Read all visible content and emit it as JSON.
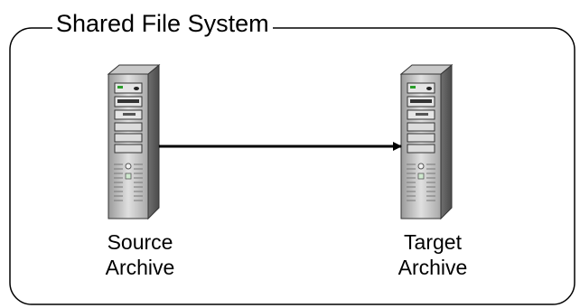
{
  "diagram": {
    "title": "Shared File System",
    "source": {
      "line1": "Source",
      "line2": "Archive",
      "icon": "server-tower-icon"
    },
    "target": {
      "line1": "Target",
      "line2": "Archive",
      "icon": "server-tower-icon"
    },
    "connector": {
      "direction": "source-to-target",
      "style": "solid-arrow"
    }
  }
}
